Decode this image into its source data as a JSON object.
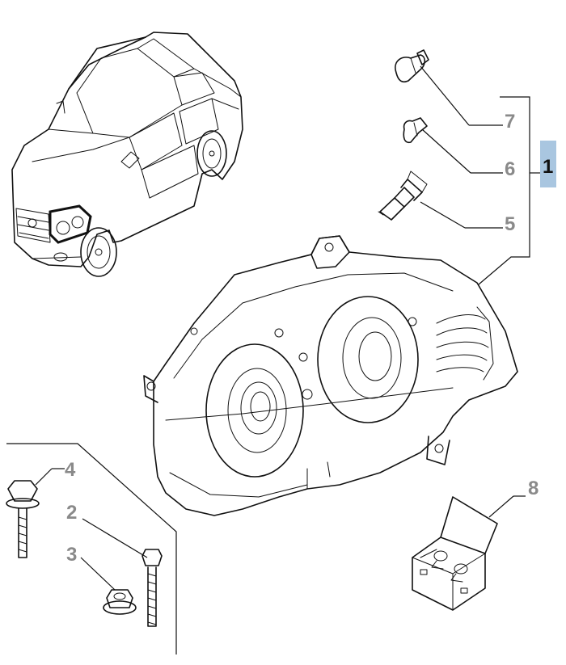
{
  "callouts": {
    "main": "1",
    "c2": "2",
    "c3": "3",
    "c4": "4",
    "c5": "5",
    "c6": "6",
    "c7": "7",
    "c8": "8"
  },
  "colors": {
    "highlight": "#a9c6e0",
    "callout_grey": "#8a8a8a",
    "line": "#111111"
  },
  "icons": {
    "vehicle": "pickup-truck-illustration",
    "headlamp": "headlamp-assembly-illustration",
    "bulb_p21w": "bulb-illustration",
    "bulb_w5w": "wedge-bulb-illustration",
    "bulb_h7": "halogen-bulb-illustration",
    "bolt": "flange-bolt-illustration",
    "screw": "hex-screw-illustration",
    "nut": "flange-nut-illustration",
    "kit": "bulb-kit-box-illustration"
  }
}
